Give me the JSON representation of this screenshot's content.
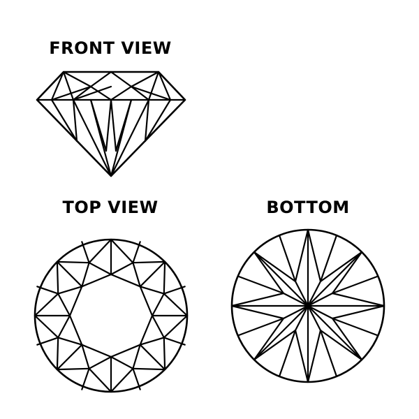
{
  "labels": {
    "front": "FRONT VIEW",
    "top": "TOP VIEW",
    "bottom": "BOTTOM"
  },
  "line_color": "#000000",
  "background_color": "#ffffff"
}
